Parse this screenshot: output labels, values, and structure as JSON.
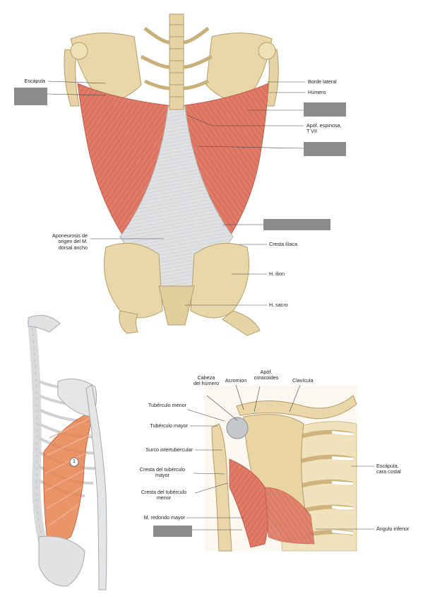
{
  "back_view": {
    "labels": {
      "escapula": "Escápula",
      "borde_lateral": "Borde lateral",
      "humero": "Húmero",
      "apof_espinosa": "Apóf. espinosa,\nT VII",
      "aponeurosis": "Aponeurosis de\norigen del M.\ndorsal ancho",
      "cresta_iliaca": "Cresta ilíaca",
      "h_ilion": "H. ilion",
      "h_sacro": "H. sacro"
    }
  },
  "side_view": {
    "marker": "1"
  },
  "front_view": {
    "labels": {
      "cabeza_humero": "Cabeza\ndel húmero",
      "acromion": "Acromion",
      "apof_coracoides": "Apóf.\ncoracoides",
      "clavicula": "Clavícula",
      "tuberculo_menor": "Tubérculo menor",
      "tuberculo_mayor": "Tubérculo mayor",
      "surco": "Surco intertubercular",
      "cresta_tub_mayor": "Cresta del tubérculo\nmayor",
      "cresta_tub_menor": "Cresta del tubérculo\nmenor",
      "redondo_mayor": "M. redondo mayor",
      "escapula_costal": "Escápula,\ncara costal",
      "angulo_inferior": "Ángulo inferior"
    }
  }
}
